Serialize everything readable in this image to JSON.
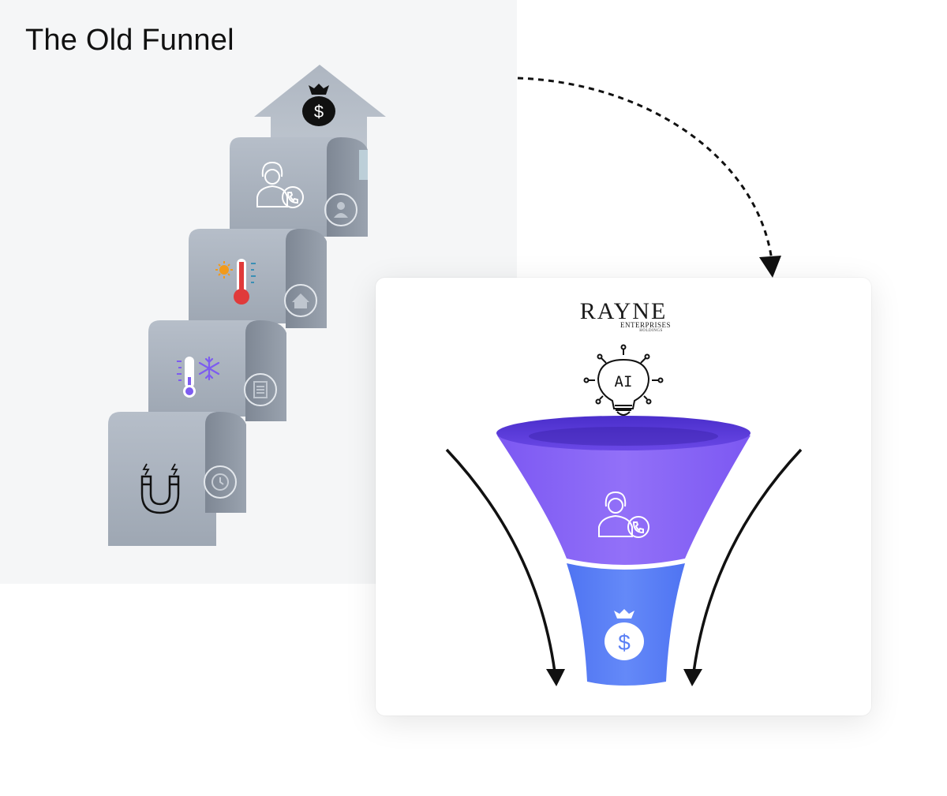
{
  "old_funnel": {
    "title": "The Old Funnel",
    "stages": [
      {
        "icon": "magnet-icon",
        "tab_icon": "clock-icon"
      },
      {
        "icon": "cold-thermometer-icon",
        "tab_icon": "document-icon"
      },
      {
        "icon": "hot-thermometer-icon",
        "tab_icon": "home-icon"
      },
      {
        "icon": "sales-agent-icon",
        "tab_icon": "person-icon"
      }
    ],
    "top": {
      "icon": "money-bag-icon",
      "symbol": "$"
    }
  },
  "new_funnel": {
    "logo": {
      "main": "RAYNE",
      "sub": "ENTERPRISES",
      "sub2": "HOLDINGS"
    },
    "ai_bulb": {
      "icon": "ai-lightbulb-icon",
      "label": "AI"
    },
    "upper_icon": "sales-agent-icon",
    "lower_icon": "money-bag-icon",
    "money_symbol": "$"
  },
  "colors": {
    "old_panel_bg": "#f5f6f7",
    "card_gray": "#a6afbb",
    "tab_gray": "#8c95a2",
    "funnel_purple": "#8b66f5",
    "funnel_rim": "#5b39d6",
    "funnel_blue": "#5b80f5",
    "arrow": "#111111"
  }
}
